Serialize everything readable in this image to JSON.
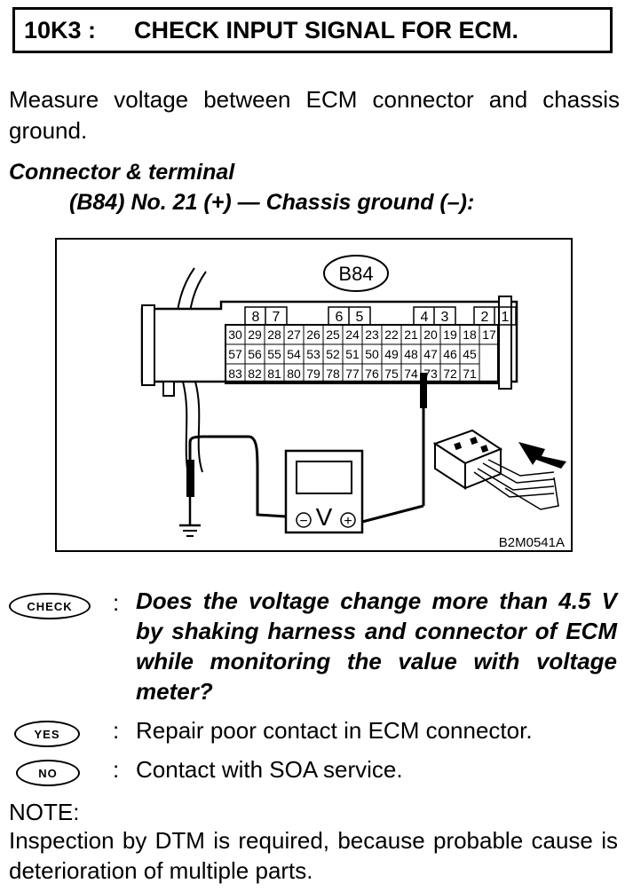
{
  "header": {
    "code": "10K3 :",
    "title": "CHECK INPUT SIGNAL FOR ECM."
  },
  "intro": "Measure voltage between ECM connector and chassis ground.",
  "connector_terminal": {
    "heading": "Connector & terminal",
    "detail": "(B84) No. 21 (+) — Chassis ground (–):"
  },
  "figure": {
    "connector_label": "B84",
    "figure_id": "B2M0541A",
    "top_row_labels": [
      "8",
      "7",
      "6",
      "5",
      "4",
      "3",
      "2",
      "1"
    ],
    "row1": [
      "30",
      "29",
      "28",
      "27",
      "26",
      "25",
      "24",
      "23",
      "22",
      "21",
      "20",
      "19",
      "18",
      "17"
    ],
    "row2": [
      "57",
      "56",
      "55",
      "54",
      "53",
      "52",
      "51",
      "50",
      "49",
      "48",
      "47",
      "46",
      "45"
    ],
    "row3": [
      "83",
      "82",
      "81",
      "80",
      "79",
      "78",
      "77",
      "76",
      "75",
      "74",
      "73",
      "72",
      "71"
    ],
    "meter_symbol": "V",
    "minus_symbol": "−",
    "plus_symbol": "+"
  },
  "check": {
    "badge": "CHECK",
    "colon": ":",
    "question": "Does the voltage change more than 4.5 V by shaking harness and connector of ECM while monitoring the value with voltage meter?"
  },
  "yes": {
    "badge": "YES",
    "colon": ":",
    "text": "Repair poor contact in ECM connector."
  },
  "no": {
    "badge": "NO",
    "colon": ":",
    "text": "Contact with SOA service."
  },
  "note": {
    "label": "NOTE:",
    "text": "Inspection by DTM is required, because probable cause is deterioration of multiple parts."
  }
}
